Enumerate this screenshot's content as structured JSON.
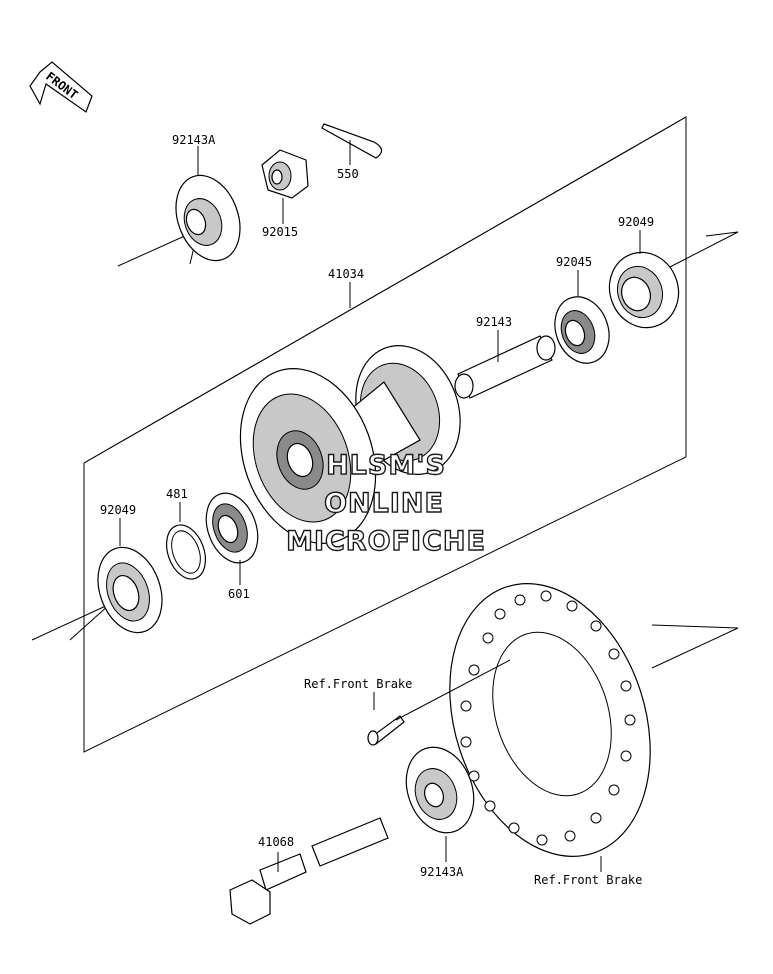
{
  "front_badge": "FRONT",
  "watermark": {
    "line1": "HLSM'S",
    "line2": "ONLINE",
    "line3": "MICROFICHE"
  },
  "labels": {
    "p92143A_top": "92143A",
    "p92015": "92015",
    "p550": "550",
    "p92049_right": "92049",
    "p92045": "92045",
    "p41034": "41034",
    "p92143": "92143",
    "p92049_left": "92049",
    "p481": "481",
    "p601": "601",
    "ref_front_brake_upper": "Ref.Front Brake",
    "p41068": "41068",
    "p92143A_bottom": "92143A",
    "ref_front_brake_lower": "Ref.Front Brake"
  }
}
